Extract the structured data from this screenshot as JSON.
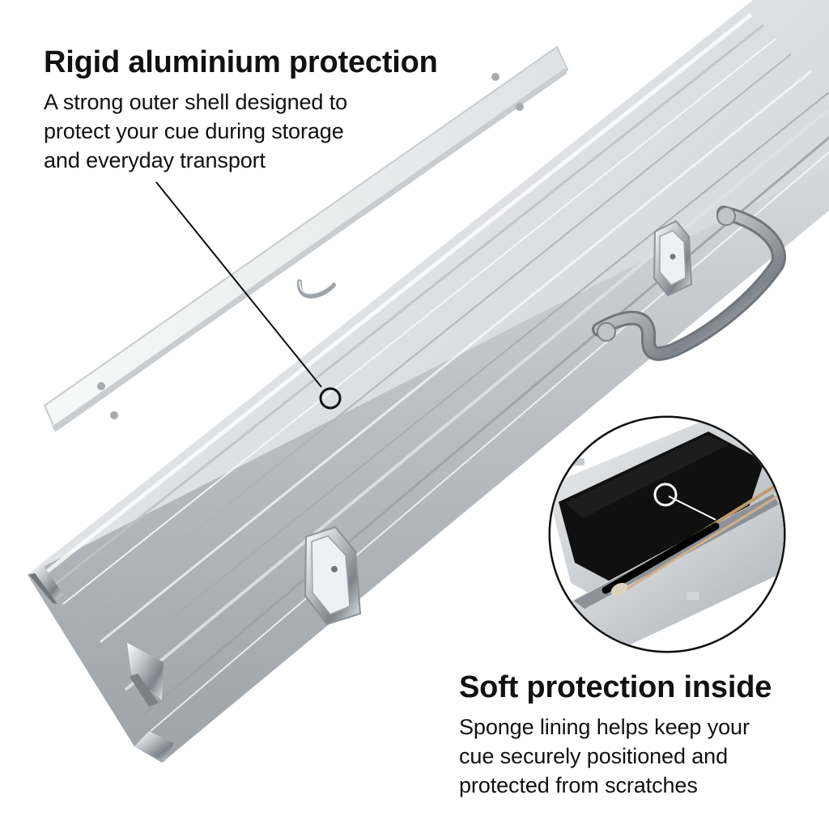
{
  "top_callout": {
    "heading": "Rigid aluminium protection",
    "body_lines": [
      "A strong outer shell designed to",
      "protect your cue during storage",
      "and everyday transport"
    ]
  },
  "bottom_callout": {
    "heading": "Soft protection inside",
    "body_lines": [
      "Sponge lining helps keep your",
      "cue securely positioned and",
      "protected from scratches"
    ]
  },
  "colors": {
    "background": "#ffffff",
    "text": "#111111",
    "aluminium_light": "#e8eaec",
    "aluminium_mid": "#c8ccd0",
    "aluminium_dark": "#8f9499",
    "chrome": "#b7bcc2",
    "interior": "#0b0b0b"
  }
}
